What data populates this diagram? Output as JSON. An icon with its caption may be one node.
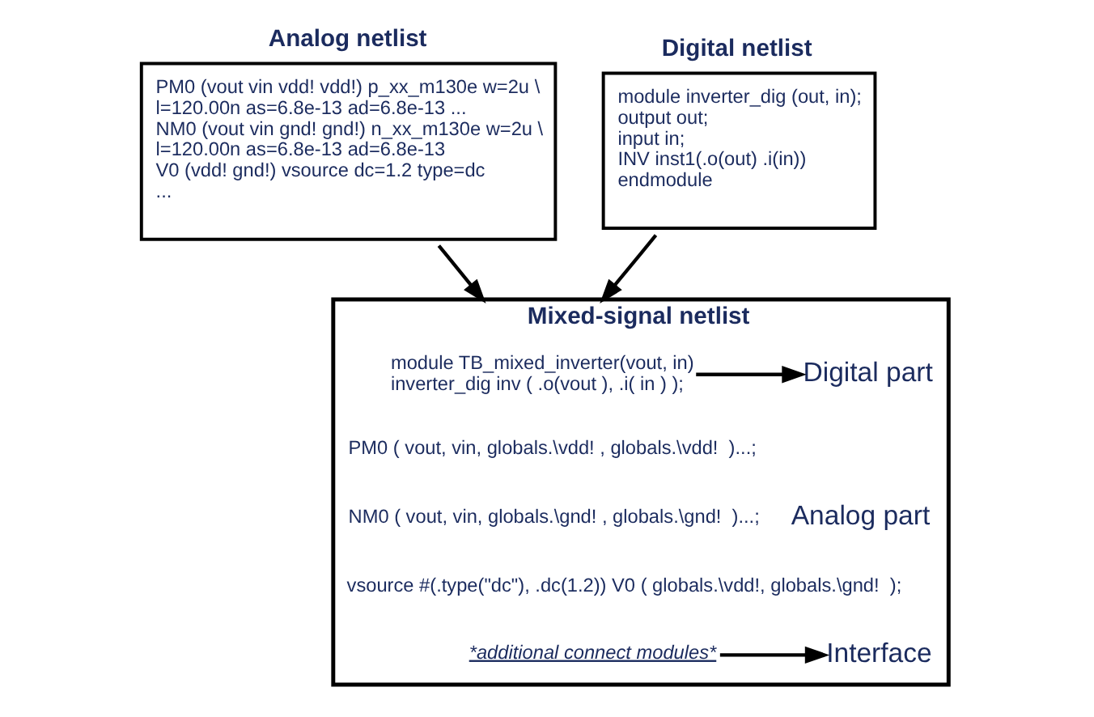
{
  "diagram": {
    "nodes": [
      {
        "text": [
          "Analog netlist",
          "PM0 (vout vin vdd! vdd!) p_xx_m130e w=2u \\",
          "l=120.00n as=6.8e-13 ad=6.8e-13 ...",
          "NM0 (vout vin gnd! gnd!) n_xx_m130e w=2u \\",
          "l=120.00n as=6.8e-13 ad=6.8e-13",
          "V0 (vdd! gnd!) vsource dc=1.2 type=dc",
          "..."
        ]
      },
      {
        "text": [
          "Digital netlist",
          "module inverter_dig (out, in);",
          "output out;",
          "input in;",
          "INV inst1(.o(out) .i(in))",
          "endmodule"
        ]
      },
      {
        "text": [
          "Mixed-signal netlist"
        ]
      },
      {
        "text": [
          "module TB_mixed_inverter(vout, in)",
          "inverter_dig inv ( .o(vout ), .i( in ) );"
        ],
        "in": 2
      },
      {
        "text": [
          "PM0 ( vout, vin, globals.\\vdd! , globals.\\vdd!  )...;"
        ],
        "in": 2
      },
      {
        "text": [
          "NM0 ( vout, vin, globals.\\gnd! , globals.\\gnd!  )...;"
        ],
        "in": 2
      },
      {
        "text": [
          "vsource #(.type(\"dc\"), .dc(1.2)) V0 ( globals.\\vdd!, globals.\\gnd!  );"
        ],
        "in": 2
      },
      {
        "text": [
          "*additional connect modules*"
        ],
        "in": 2
      },
      {
        "text": [
          "Digital part"
        ],
        "in": 2
      },
      {
        "text": [
          "Interface"
        ],
        "in": 2
      }
    ],
    "edges": [
      {
        "from": 0,
        "to": 2,
        "arrow": "to"
      },
      {
        "from": 1,
        "to": 2,
        "arrow": "to"
      },
      {
        "from": 3,
        "to": 8,
        "arrow": "to"
      },
      {
        "from": 7,
        "to": 9,
        "arrow": "to"
      }
    ],
    "labels": [
      "Analog part"
    ]
  }
}
